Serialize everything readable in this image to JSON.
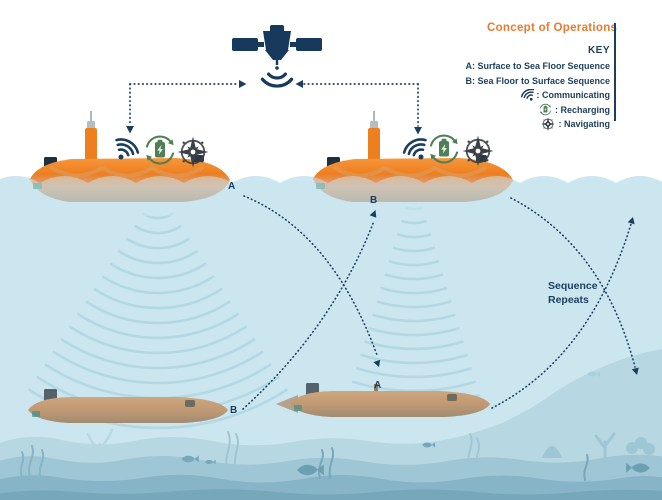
{
  "header": {
    "title": "Concept of Operations"
  },
  "key": {
    "heading": "KEY",
    "items": [
      {
        "label": "A: Surface to Sea Floor Sequence"
      },
      {
        "label": "B: Sea Floor to Surface Sequence"
      },
      {
        "icon": "wifi-signal-icon",
        "label": ": Communicating"
      },
      {
        "icon": "battery-recharge-icon",
        "label": ": Recharging"
      },
      {
        "icon": "compass-rose-icon",
        "label": ": Navigating"
      }
    ]
  },
  "labels": {
    "sequence_a": "A",
    "sequence_b": "B",
    "sequence_repeats_1": "Sequence",
    "sequence_repeats_2": "Repeats"
  },
  "icons": {
    "satellite": "satellite-icon",
    "communicating": "wifi-signal-icon",
    "recharging": "battery-recharge-icon",
    "navigating": "compass-rose-icon"
  },
  "colors": {
    "accent_orange": "#e87a2e",
    "navy": "#1c3e5e",
    "water": "#cbe6ef",
    "sonar_arc": "#b2d7e2",
    "recharge_green": "#4f7f58",
    "hull_orange": "#ee7f1f",
    "hull_tan": "#c79c79"
  }
}
